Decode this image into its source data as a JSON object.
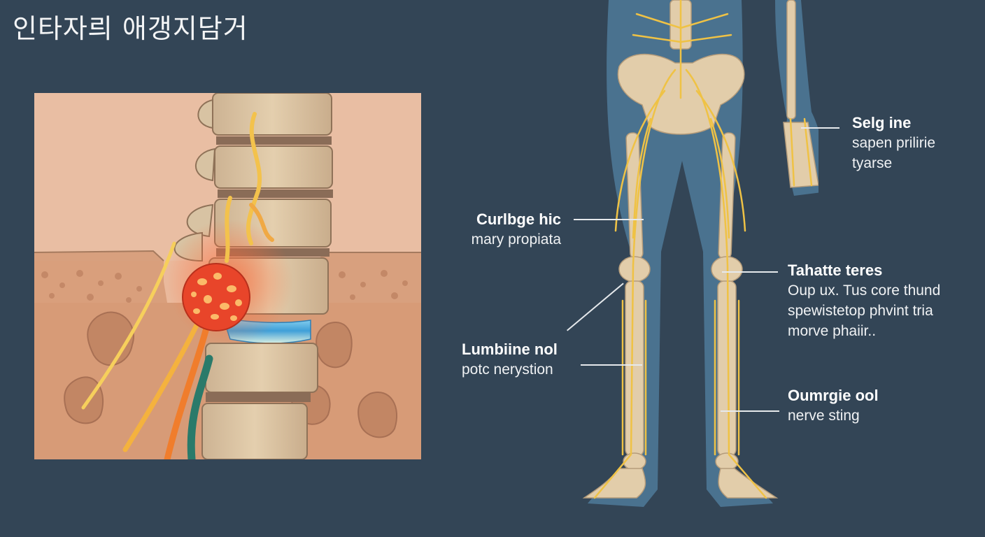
{
  "title": "인타자릐 애갱지담거",
  "colors": {
    "background": "#334556",
    "panel_bg": "#eab99c",
    "nerve": "#f2c04a",
    "inflamed": "#e8452a",
    "disc": "#5bb8e6",
    "vessel": "#2a7a6a",
    "bone": "#e2cdaa",
    "silhouette": "#4d7796"
  },
  "left_panel": {
    "subject": "lumbar-spine-cross-section",
    "elements": [
      "vertebrae",
      "spinal-nerve-roots",
      "inflamed-mass",
      "intervertebral-disc",
      "blood-vessel",
      "soft-tissue"
    ]
  },
  "right_figure": {
    "subject": "lower-body-nervous-system",
    "elements": [
      "pelvis",
      "sacrum",
      "femur",
      "tibia",
      "fibula",
      "feet",
      "forearm-hand",
      "nerves"
    ]
  },
  "labels": [
    {
      "id": "hand",
      "heading": "Selg ine",
      "lines": [
        "sapen prilirie",
        "tyarse"
      ]
    },
    {
      "id": "thigh",
      "heading": "Curlbge hic",
      "lines": [
        "mary propiata"
      ]
    },
    {
      "id": "knee",
      "heading": "Tahatte teres",
      "lines": [
        "Oup ux. Tus core thund",
        "spewistetop phvint tria",
        "morve phaiir.."
      ]
    },
    {
      "id": "shin",
      "heading": "Lumbiine nol",
      "lines": [
        "potc nerystion"
      ]
    },
    {
      "id": "calf",
      "heading": "Oumrgie ool",
      "lines": [
        "nerve sting"
      ]
    }
  ]
}
